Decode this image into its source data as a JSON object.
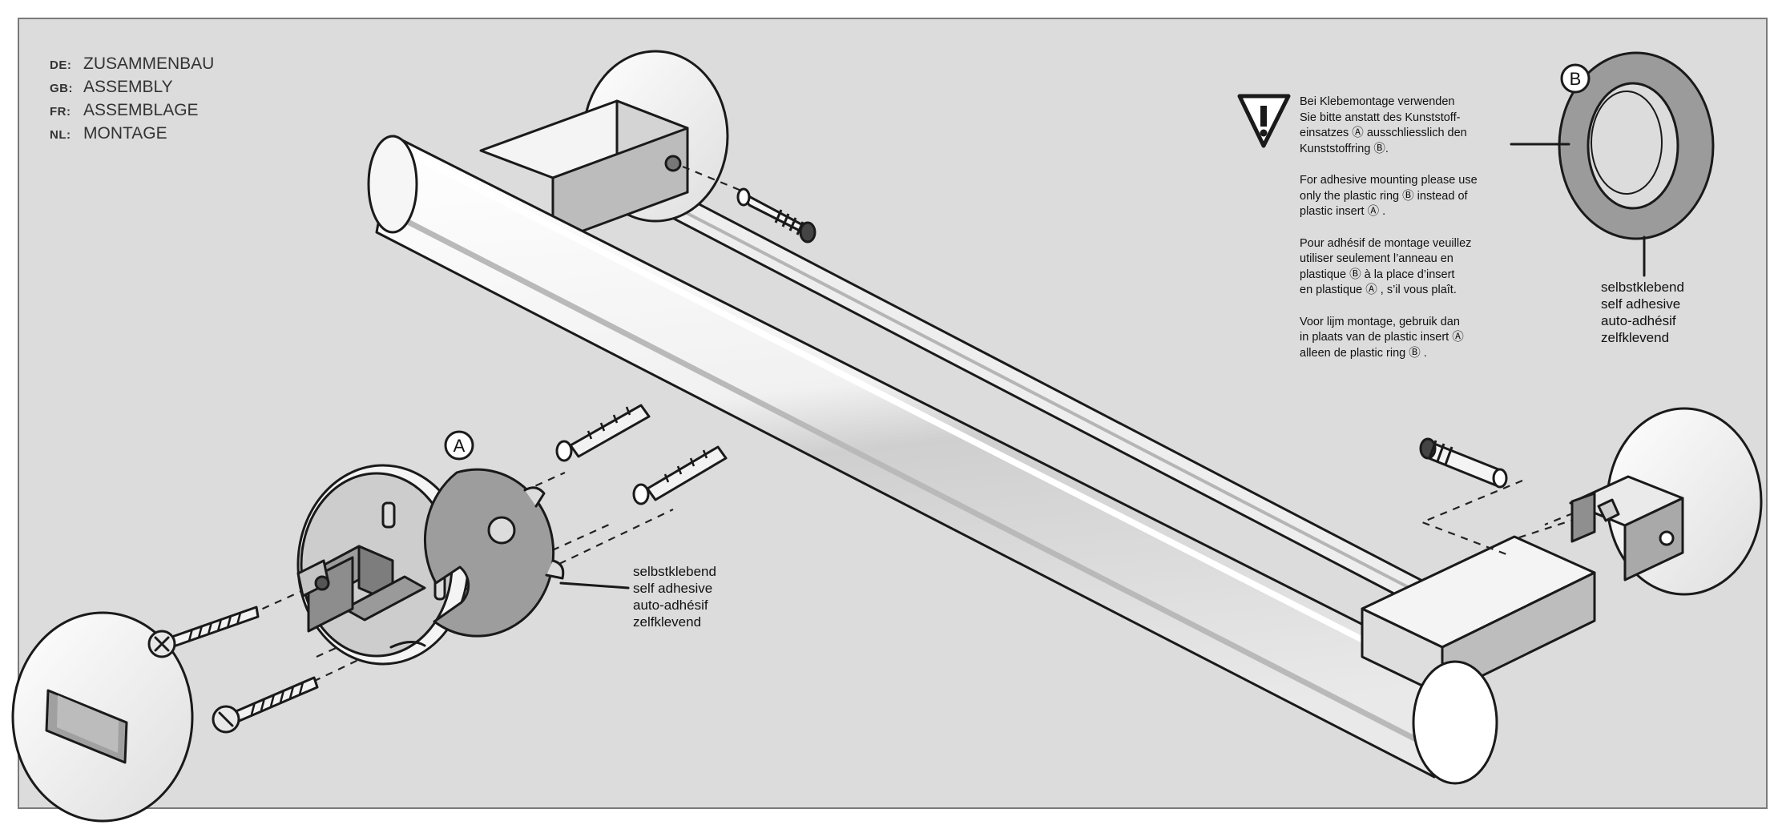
{
  "headings": [
    {
      "code": "DE:",
      "text": "ZUSAMMENBAU"
    },
    {
      "code": "GB:",
      "text": "ASSEMBLY"
    },
    {
      "code": "FR:",
      "text": "ASSEMBLAGE"
    },
    {
      "code": "NL:",
      "text": "MONTAGE"
    }
  ],
  "labels": {
    "part_a": "A",
    "part_b": "B"
  },
  "warning_notes": [
    "Bei Klebemontage verwenden\nSie bitte anstatt des Kunststoff-\neinsatzes Ⓐ ausschliesslich den\nKunststoffring Ⓑ.",
    "For adhesive mounting please use\nonly the plastic ring Ⓑ instead of\nplastic insert Ⓐ .",
    "Pour adhésif de montage veuillez\nutiliser seulement l’anneau en\nplastique Ⓑ à la place d’insert\nen plastique Ⓐ , s’il vous plaît.",
    "Voor lijm montage, gebruik dan\nin plaats van de plastic insert Ⓐ\nalleen de plastic ring Ⓑ ."
  ],
  "adhesive_left": "selbstklebend\nself adhesive\nauto-adhésif\nzelfklevend",
  "adhesive_right": "selbstklebend\nself adhesive\nauto-adhésif\nzelfklevend",
  "colors": {
    "panel": "#dcdcdc",
    "metal_light": "#f2f2f2",
    "metal_mid": "#bdbdbd",
    "metal_dark": "#8c8c8c",
    "ink": "#1a1a1a"
  },
  "icons": [
    "warning-triangle-icon",
    "screw-icon",
    "wall-plug-icon",
    "grub-screw-icon"
  ]
}
